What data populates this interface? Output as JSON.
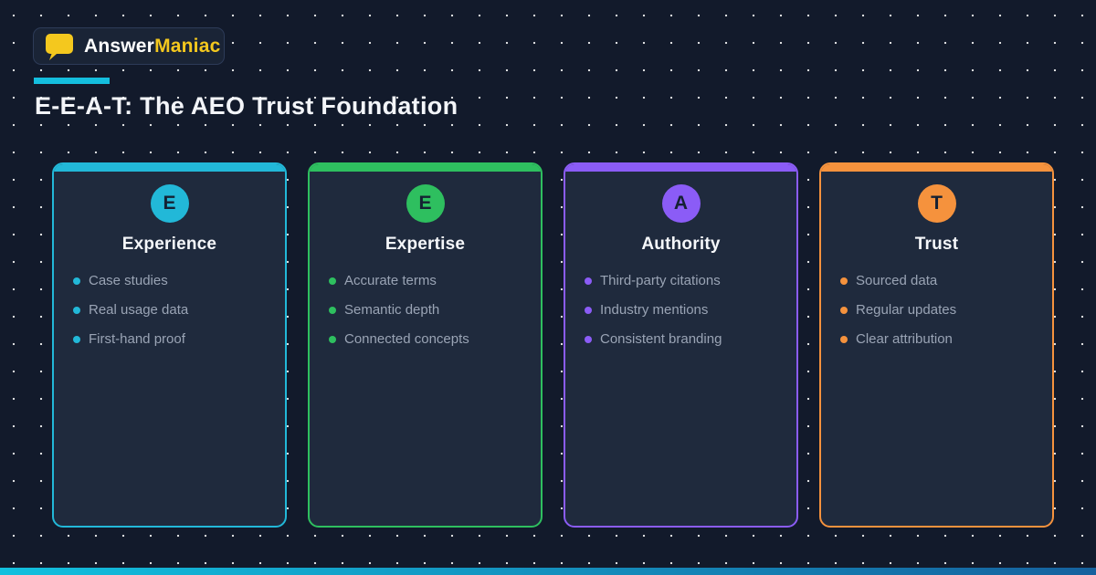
{
  "brand": {
    "name_primary": "Answer",
    "name_secondary": "Maniac",
    "logo_color": "#f4c81e"
  },
  "header": {
    "title": "E-E-A-T: The AEO Trust Foundation",
    "underline_color": "#14bede"
  },
  "cards": [
    {
      "badge": "E",
      "title": "Experience",
      "accent": "#22b8d8",
      "items": [
        "Case studies",
        "Real usage data",
        "First-hand proof"
      ]
    },
    {
      "badge": "E",
      "title": "Expertise",
      "accent": "#2ebf5f",
      "items": [
        "Accurate terms",
        "Semantic depth",
        "Connected concepts"
      ]
    },
    {
      "badge": "A",
      "title": "Authority",
      "accent": "#8b5cf6",
      "items": [
        "Third-party citations",
        "Industry mentions",
        "Consistent branding"
      ]
    },
    {
      "badge": "T",
      "title": "Trust",
      "accent": "#f5923d",
      "items": [
        "Sourced data",
        "Regular updates",
        "Clear attribution"
      ]
    }
  ],
  "footer": {
    "gradient_start": "#12c0de",
    "gradient_end": "#15619e"
  },
  "colors": {
    "background": "#121a2b",
    "card_background": "#1f2a3d",
    "text_bright": "#f5f7fa",
    "text_muted": "#9aa4b5"
  }
}
